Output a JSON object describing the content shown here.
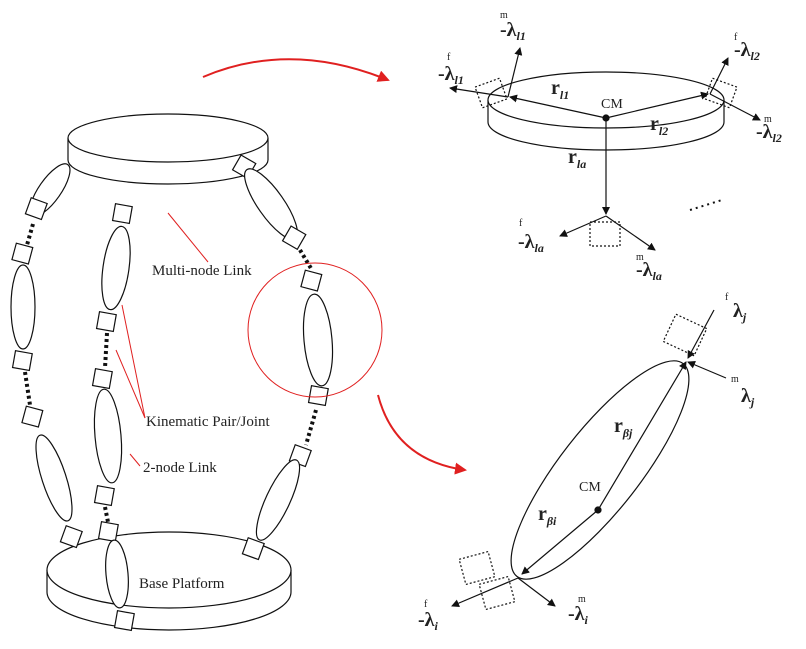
{
  "labels": {
    "multi_node_link": "Multi-node Link",
    "kinematic_pair": "Kinematic Pair/Joint",
    "two_node_link": "2-node Link",
    "base_platform": "Base Platform",
    "cm": "CM"
  },
  "multi_node_detail": {
    "cm": "CM",
    "r_l1": "r",
    "r_l1_sub": "l1",
    "r_l2": "r",
    "r_l2_sub": "l2",
    "r_la": "r",
    "r_la_sub": "la",
    "lam_f_l1_pre": "f",
    "lam_f_l1_sign": "-",
    "lam_f_l1_sub": "l1",
    "lam_m_l1_pre": "m",
    "lam_m_l1_sign": "-",
    "lam_m_l1_sub": "l1",
    "lam_f_l2_pre": "f",
    "lam_f_l2_sign": "-",
    "lam_f_l2_sub": "l2",
    "lam_m_l2_pre": "m",
    "lam_m_l2_sign": "-",
    "lam_m_l2_sub": "l2",
    "lam_f_la_pre": "f",
    "lam_f_la_sign": "-",
    "lam_f_la_sub": "la",
    "lam_m_la_pre": "m",
    "lam_m_la_sign": "-",
    "lam_m_la_sub": "la",
    "lambda": "λ"
  },
  "two_node_detail": {
    "cm": "CM",
    "r_bj": "r",
    "r_bj_sub": "βj",
    "r_bi": "r",
    "r_bi_sub": "βi",
    "lam_f_j_pre": "f",
    "lam_f_j_sub": "j",
    "lam_m_j_pre": "m",
    "lam_m_j_sub": "j",
    "lam_f_i_pre": "f",
    "lam_f_i_sign": "-",
    "lam_f_i_sub": "i",
    "lam_m_i_pre": "m",
    "lam_m_i_sign": "-",
    "lam_m_i_sub": "i",
    "lambda": "λ"
  },
  "colors": {
    "annotation": "#e02020",
    "stroke": "#111111"
  }
}
